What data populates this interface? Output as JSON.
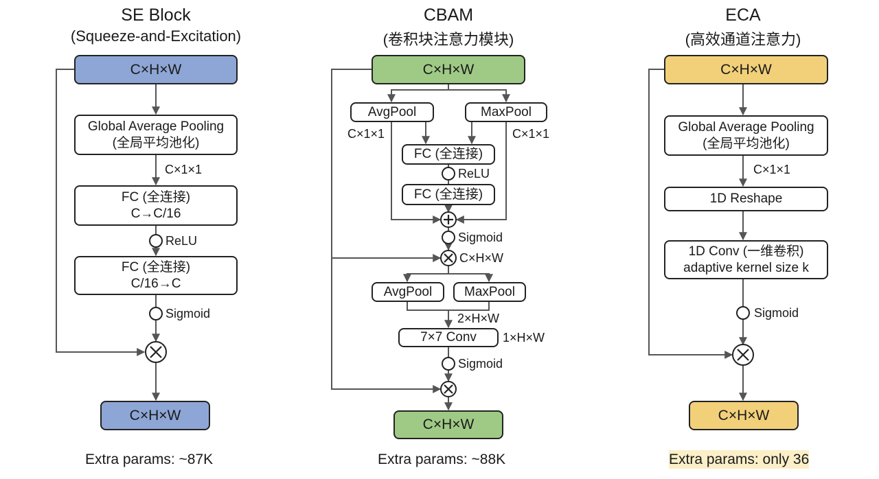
{
  "se": {
    "title": "SE Block",
    "subtitle": "(Squeeze-and-Excitation)",
    "input": "C×H×W",
    "gap_line1": "Global Average Pooling",
    "gap_line2": "(全局平均池化)",
    "dim1": "C×1×1",
    "fc1_line1": "FC (全连接)",
    "fc1_line2": "C→C/16",
    "relu": "ReLU",
    "fc2_line1": "FC (全连接)",
    "fc2_line2": "C/16→C",
    "sigmoid": "Sigmoid",
    "output": "C×H×W",
    "footer": "Extra params: ~87K"
  },
  "cbam": {
    "title": "CBAM",
    "subtitle": "(卷积块注意力模块)",
    "input": "C×H×W",
    "avgpool": "AvgPool",
    "maxpool": "MaxPool",
    "dim_left": "C×1×1",
    "dim_right": "C×1×1",
    "fc1": "FC (全连接)",
    "relu": "ReLU",
    "fc2": "FC (全连接)",
    "sigmoid1": "Sigmoid",
    "mult_dim": "C×H×W",
    "avgpool2": "AvgPool",
    "maxpool2": "MaxPool",
    "dim_2hw": "2×H×W",
    "conv": "7×7 Conv",
    "dim_1hw": "1×H×W",
    "sigmoid2": "Sigmoid",
    "output": "C×H×W",
    "footer": "Extra params: ~88K"
  },
  "eca": {
    "title": "ECA",
    "subtitle": "(高效通道注意力)",
    "input": "C×H×W",
    "gap_line1": "Global Average Pooling",
    "gap_line2": "(全局平均池化)",
    "dim1": "C×1×1",
    "reshape": "1D Reshape",
    "conv_line1": "1D Conv (一维卷积)",
    "conv_line2": "adaptive kernel size k",
    "sigmoid": "Sigmoid",
    "output": "C×H×W",
    "footer": "Extra params: only 36"
  },
  "colors": {
    "se": "#8ea6d6",
    "cbam": "#9fca86",
    "eca": "#f2d07a",
    "highlight": "#fbefc8"
  }
}
